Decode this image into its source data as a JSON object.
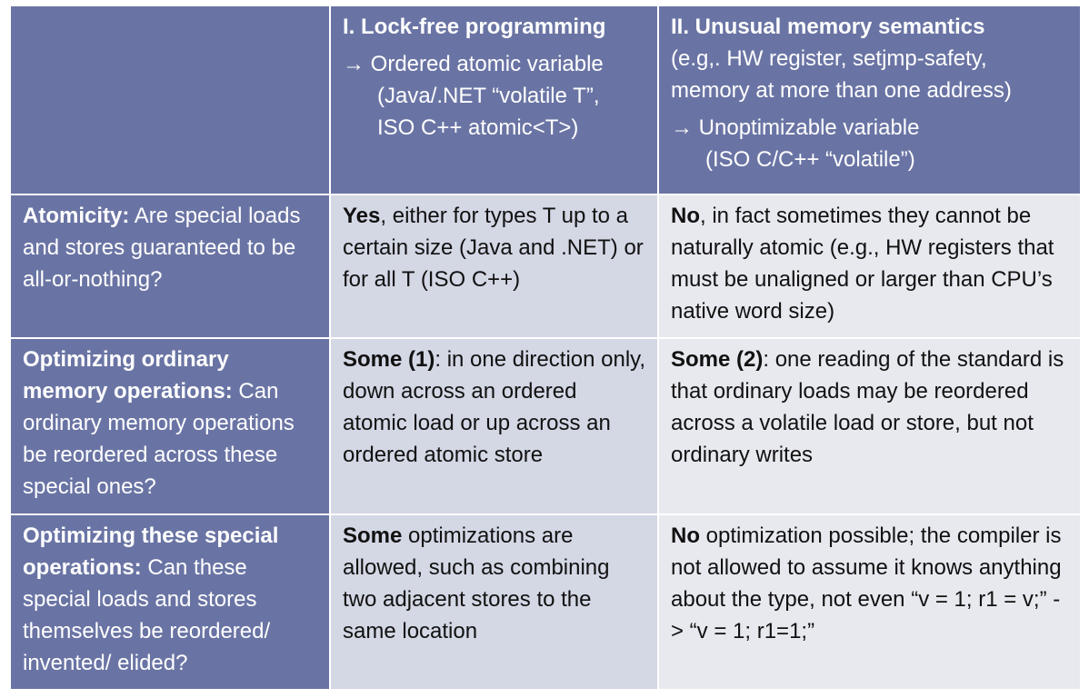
{
  "header": {
    "col1": {
      "title": "I. Lock-free programming",
      "lines": [
        "→  Ordered atomic variable",
        "(Java/.NET “volatile T”,",
        "ISO C++ atomic<T>)"
      ]
    },
    "col2": {
      "title": "II. Unusual memory semantics",
      "lines": [
        "(e.g,. HW register, setjmp-safety,",
        "memory at more than one address)"
      ],
      "lines2": [
        "→  Unoptimizable variable",
        "(ISO C/C++ “volatile”)"
      ]
    }
  },
  "rows": [
    {
      "label_bold": "Atomicity:",
      "label_rest": " Are special loads and stores guaranteed to be all-or-nothing?",
      "col1_bold": "Yes",
      "col1_rest": ", either for types T up to a certain size (Java and .NET) or for all T (ISO C++)",
      "col2_bold": "No",
      "col2_rest": ", in fact sometimes they cannot be naturally atomic (e.g., HW registers that must be unaligned or larger than CPU’s native word size)"
    },
    {
      "label_bold": "Optimizing ordinary memory operations:",
      "label_rest": " Can ordinary memory operations be reordered across these special ones?",
      "col1_bold": "Some (1)",
      "col1_rest": ": in one direction only, down across an ordered atomic load or up across an ordered atomic store",
      "col2_bold": "Some (2)",
      "col2_rest": ": one reading of the standard is that ordinary loads may be reordered across a volatile load or store, but not ordinary writes"
    },
    {
      "label_bold": "Optimizing these special operations:",
      "label_rest": " Can these special loads and stores themselves be reordered/ invented/ elided?",
      "col1_bold": "Some",
      "col1_rest": " optimizations are allowed, such as combining two adjacent stores to the same location",
      "col2_bold": "No",
      "col2_rest": " optimization possible; the compiler is not allowed to assume it knows anything about the type, not even “v = 1; r1 = v;” -> “v = 1; r1=1;”"
    }
  ],
  "colors": {
    "header_bg": "#6a74a4",
    "cell_a": "#d4d7e4",
    "cell_b": "#e8e9ef"
  }
}
